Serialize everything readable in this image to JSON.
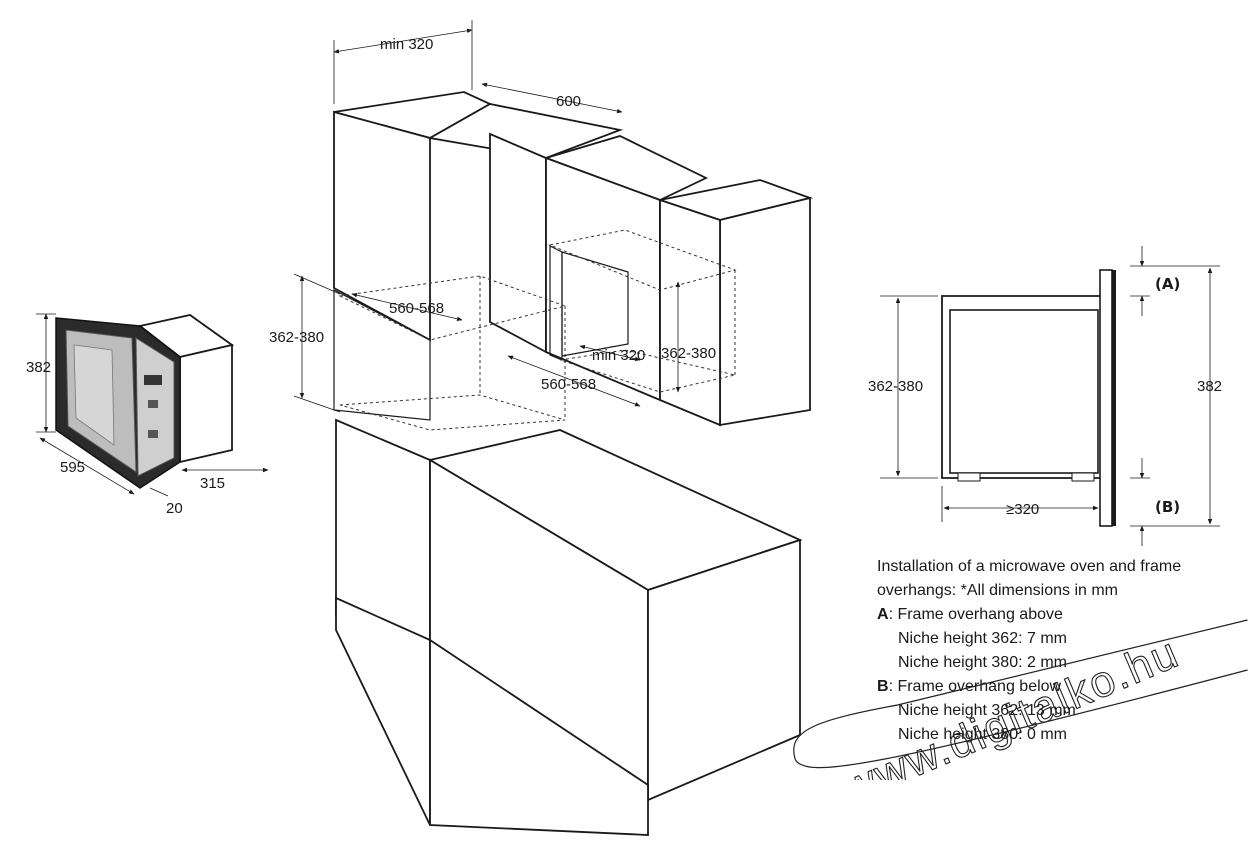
{
  "left_unit": {
    "height_label": "382",
    "width_label": "595",
    "frame_label": "20",
    "depth_label": "315"
  },
  "cabinet": {
    "top_width_label": "min 320",
    "top_depth_label": "600",
    "niche_depth_label_left": "560-568",
    "niche_height_label_left": "362-380",
    "niche_depth_label_right": "min 320",
    "niche_height_label_right": "362-380",
    "niche_width_label_right": "560-568"
  },
  "side_section": {
    "overhang_a_label": "(A)",
    "overhang_b_label": "(B)",
    "niche_height_label": "362-380",
    "total_height_label": "382",
    "depth_label": "≥320"
  },
  "notes": {
    "intro_line1": "Installation of a microwave oven and frame",
    "intro_line2": "overhangs: *All dimensions in mm",
    "a_key": "A",
    "a_title": ": Frame overhang above",
    "a_line1": "Niche height 362: 7 mm",
    "a_line2": "Niche height 380: 2 mm",
    "b_key": "B",
    "b_title": ": Frame overhang below",
    "b_line1": "Niche height 362: 13 mm",
    "b_line2": "Niche height 380: 0 mm"
  },
  "watermark": {
    "text": "www.digitalko.hu"
  }
}
